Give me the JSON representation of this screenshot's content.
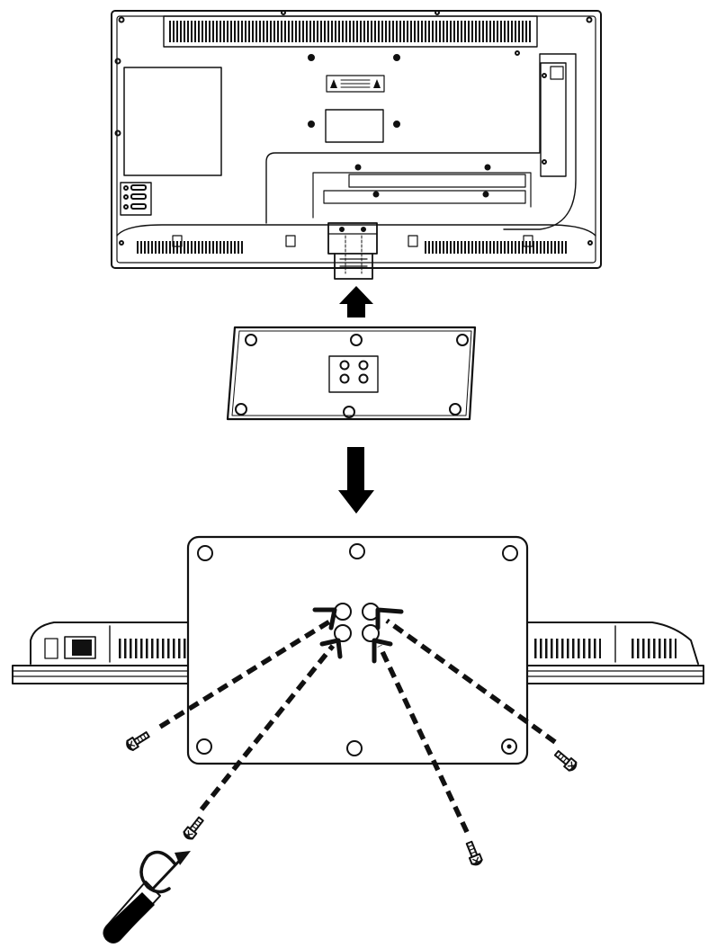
{
  "diagram": {
    "kind": "stand-installation-illustration",
    "steps": [
      {
        "step": "attach-stand-neck-to-base",
        "direction": "up"
      },
      {
        "step": "lower-tv-onto-base",
        "direction": "down"
      },
      {
        "step": "fasten-four-screws",
        "screw_count": 4
      }
    ],
    "rotation_hint": "clockwise"
  },
  "colors": {
    "line": "#111111",
    "background": "#ffffff",
    "fill_dark": "#000000",
    "fill_light": "#ffffff"
  },
  "icons": [
    "tv-back-panel",
    "stand-neck",
    "stand-base-plate",
    "screw",
    "screwdriver",
    "rotation-arrow",
    "up-arrow",
    "down-arrow"
  ]
}
